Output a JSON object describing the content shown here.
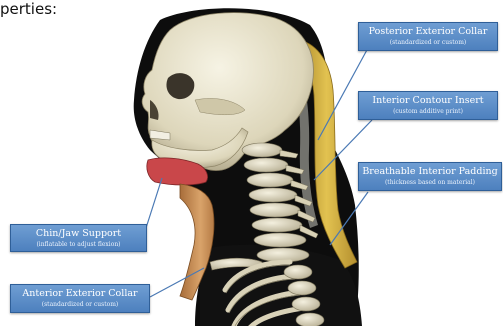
{
  "header": {
    "text": "perties:"
  },
  "callouts": {
    "posterior": {
      "title": "Posterior Exterior Collar",
      "sub": "(standardized or custom)"
    },
    "interior_contour": {
      "title": "Interior Contour Insert",
      "sub": "(custom additive print)"
    },
    "padding": {
      "title": "Breathable Interior Padding",
      "sub": "(thickness based on material)"
    },
    "chin": {
      "title": "Chin/Jaw Support",
      "sub": "(inflatable to adjust flexion)"
    },
    "anterior": {
      "title": "Anterior Exterior Collar",
      "sub": "(standardized or custom)"
    }
  },
  "colors": {
    "callout_fill": "#5a8dca",
    "leader_line": "#4a79b4",
    "collar_yellow": "#d8b53a",
    "chin_support": "#c9474a",
    "anterior_collar": "#c98f55",
    "background_body": "#0d0d0d",
    "bone": "#e4dfc9"
  }
}
